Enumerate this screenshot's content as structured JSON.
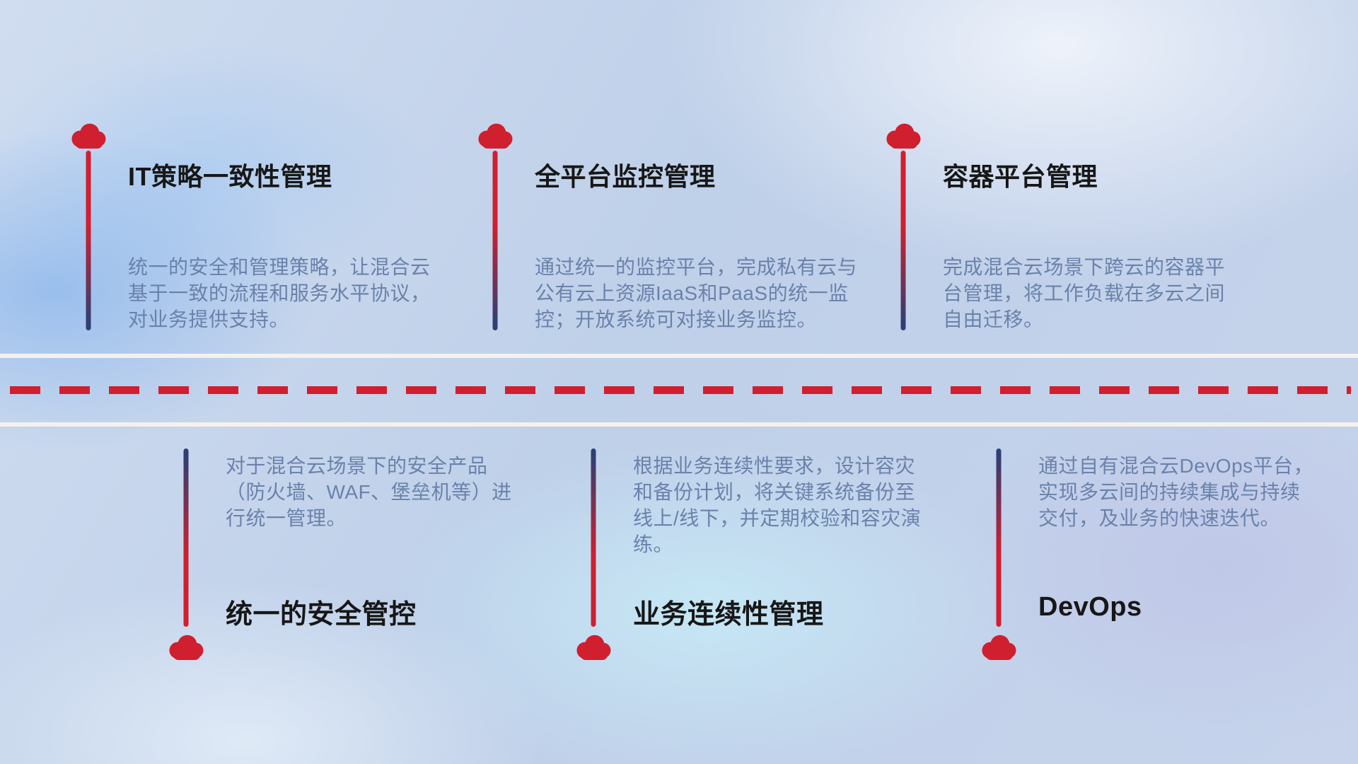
{
  "colors": {
    "accent_red": "#d01f2e",
    "stem_navy": "#2e3f72",
    "description_text": "#6a82ab",
    "title_text": "#171717"
  },
  "top_items": [
    {
      "icon": "cloud-icon",
      "title": "IT策略一致性管理",
      "description": "统一的安全和管理策略，让混合云基于一致的流程和服务水平协议，对业务提供支持。"
    },
    {
      "icon": "cloud-icon",
      "title": "全平台监控管理",
      "description": "通过统一的监控平台，完成私有云与公有云上资源IaaS和PaaS的统一监控；开放系统可对接业务监控。"
    },
    {
      "icon": "cloud-icon",
      "title": "容器平台管理",
      "description": "完成混合云场景下跨云的容器平台管理，将工作负载在多云之间自由迁移。"
    }
  ],
  "bottom_items": [
    {
      "icon": "cloud-icon",
      "title": "统一的安全管控",
      "description": "对于混合云场景下的安全产品（防火墙、WAF、堡垒机等）进行统一管理。"
    },
    {
      "icon": "cloud-icon",
      "title": "业务连续性管理",
      "description": "根据业务连续性要求，设计容灾和备份计划，将关键系统备份至线上/线下，并定期校验和容灾演练。"
    },
    {
      "icon": "cloud-icon",
      "title": "DevOps",
      "description": "通过自有混合云DevOps平台，实现多云间的持续集成与持续交付，及业务的快速迭代。"
    }
  ]
}
